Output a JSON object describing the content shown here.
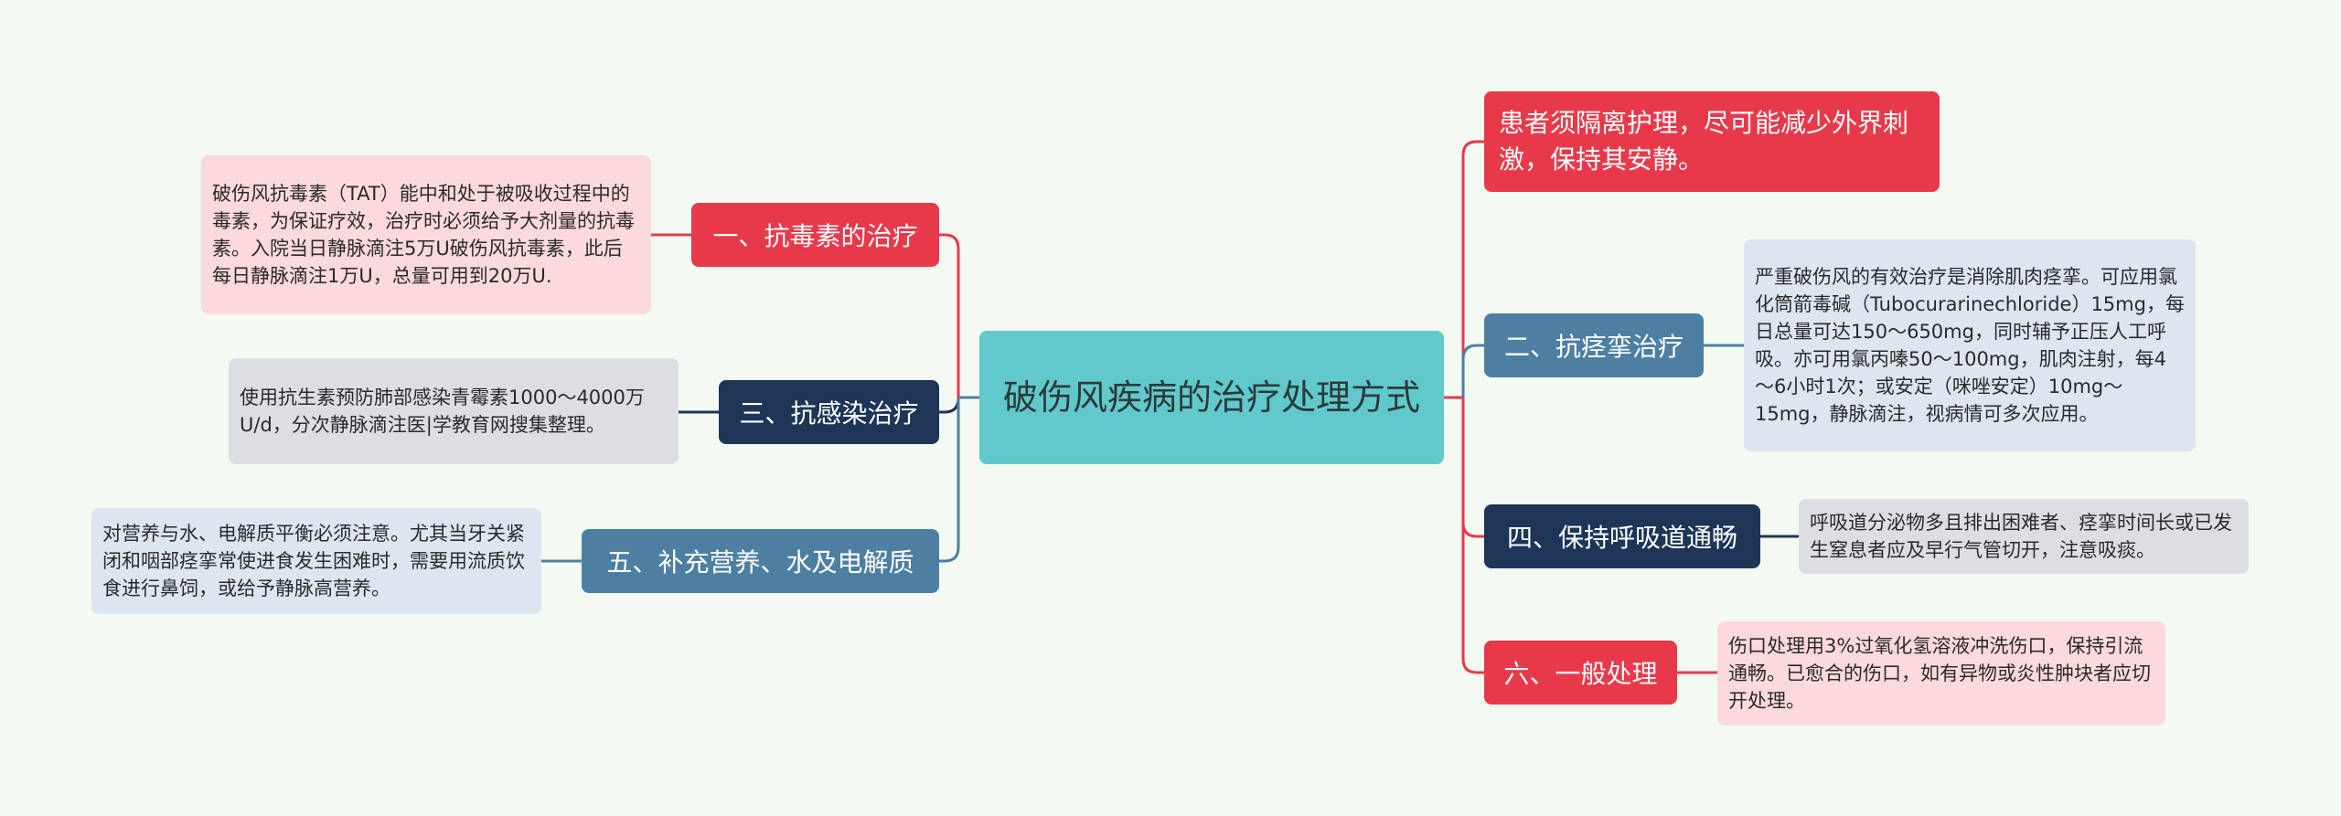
{
  "center": "破伤风疾病的治疗处理方式",
  "topics": {
    "t1": "一、抗毒素的治疗",
    "t2": "二、抗痉挛治疗",
    "t3": "三、抗感染治疗",
    "t4": "四、保持呼吸道通畅",
    "t5": "五、补充营养、水及电解质",
    "t6": "六、一般处理",
    "t0": "患者须隔离护理，尽可能减少外界刺激，保持其安静。"
  },
  "leaves": {
    "l1": "破伤风抗毒素（TAT）能中和处于被吸收过程中的毒素，为保证疗效，治疗时必须给予大剂量的抗毒素。入院当日静脉滴注5万U破伤风抗毒素，此后每日静脉滴注1万U，总量可用到20万U.",
    "l2": "严重破伤风的有效治疗是消除肌肉痉挛。可应用氯化筒箭毒碱（Tubocurarinechloride）15mg，每日总量可达150～650mg，同时辅予正压人工呼吸。亦可用氯丙嗪50～100mg，肌肉注射，每4～6小时1次；或安定（咪唑安定）10mg～15mg，静脉滴注，视病情可多次应用。",
    "l3": "使用抗生素预防肺部感染青霉素1000～4000万U/d，分次静脉滴注医|学教育网搜集整理。",
    "l4": "呼吸道分泌物多且排出困难者、痉挛时间长或已发生窒息者应及早行气管切开，注意吸痰。",
    "l5": "对营养与水、电解质平衡必须注意。尤其当牙关紧闭和咽部痉挛常使进食发生困难时，需要用流质饮食进行鼻饲，或给予静脉高营养。",
    "l6": "伤口处理用3%过氧化氢溶液冲洗伤口，保持引流通畅。已愈合的伤口，如有异物或炎性肿块者应切开处理。"
  },
  "colors": {
    "background": "#f2faf2",
    "center": "#61c9cc",
    "red": "#e8394a",
    "steel": "#4d7fa3",
    "navy": "#1e3558",
    "leaf_pink": "#fbd9dd",
    "leaf_gray": "#dcdee3",
    "leaf_blue": "#dde6ef"
  }
}
